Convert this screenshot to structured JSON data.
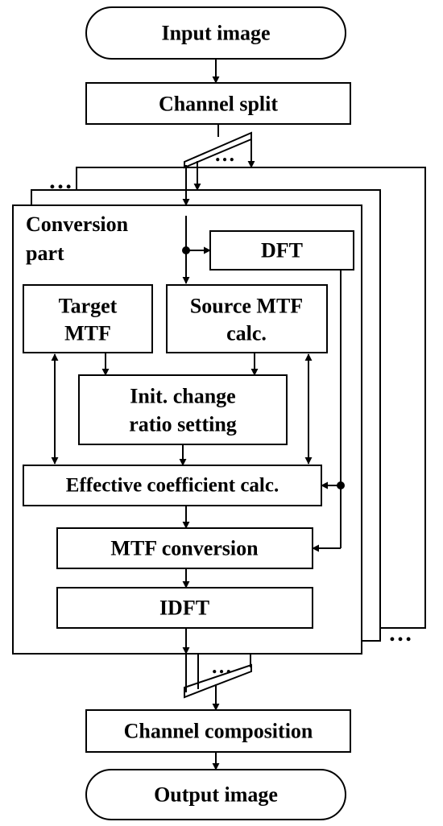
{
  "nodes": {
    "input": "Input image",
    "split": "Channel split",
    "conv_part_1": "Conversion",
    "conv_part_2": "part",
    "dft": "DFT",
    "target_1": "Target",
    "target_2": "MTF",
    "source_1": "Source MTF",
    "source_2": "calc.",
    "init_1": "Init. change",
    "init_2": "ratio setting",
    "effective": "Effective coefficient calc.",
    "mtfconv": "MTF conversion",
    "idft": "IDFT",
    "composition": "Channel composition",
    "output": "Output image"
  },
  "ellipsis": "…"
}
